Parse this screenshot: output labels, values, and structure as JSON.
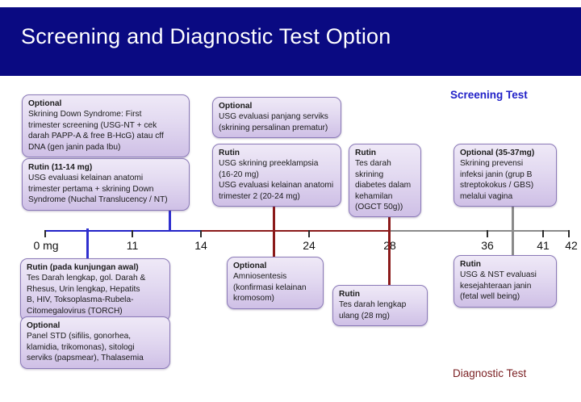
{
  "slide": {
    "title": "Screening and Diagnostic Test Option",
    "banner_color": "#0a0a82"
  },
  "legend": {
    "screening": "Screening Test",
    "screening_color": "#2222c8",
    "diagnostic": "Diagnostic Test",
    "diagnostic_color": "#7a1f22"
  },
  "timeline": {
    "unit_note": "mg",
    "ticks": [
      {
        "label": "0 mg"
      },
      {
        "label": "11"
      },
      {
        "label": "14"
      },
      {
        "label": "24"
      },
      {
        "label": "28"
      },
      {
        "label": "36"
      },
      {
        "label": "41"
      },
      {
        "label": "42"
      }
    ],
    "segments": [
      {
        "name": "screening-segment",
        "color": "#2222c8"
      },
      {
        "name": "diagnostic-segment",
        "color": "#8b1a1a"
      },
      {
        "name": "term-segment",
        "color": "#8a8a8a"
      }
    ]
  },
  "boxes": {
    "top_left_optional": {
      "heading": "Optional",
      "lines": [
        "Skrining Down Syndrome: First",
        "trimester screening (USG-NT + cek",
        "darah PAPP-A & free B-HcG) atau cff",
        "DNA (gen janin pada Ibu)"
      ]
    },
    "top_left_rutin": {
      "heading": "Rutin (11-14 mg)",
      "lines": [
        "USG evaluasi kelainan anatomi",
        "trimester pertama + skrining Down",
        "Syndrome (Nuchal Translucency / NT)"
      ]
    },
    "top_mid_optional": {
      "heading": "Optional",
      "lines": [
        "USG evaluasi panjang serviks",
        "(skrining persalinan prematur)"
      ]
    },
    "top_mid_rutin": {
      "heading": "Rutin",
      "lines": [
        "USG skrining preeklampsia",
        "(16-20 mg)",
        "USG evaluasi kelainan anatomi",
        "trimester 2 (20-24 mg)"
      ]
    },
    "top_ogct_rutin": {
      "heading": "Rutin",
      "lines": [
        "Tes darah",
        "skrining",
        "diabetes dalam",
        "kehamilan",
        "(OGCT 50g))"
      ]
    },
    "top_right_optional": {
      "heading": "Optional (35-37mg)",
      "lines": [
        "Skrining prevensi",
        "infeksi janin (grup B",
        "streptokokus / GBS)",
        "melalui vagina"
      ]
    },
    "bottom_left_rutin": {
      "heading": "Rutin (pada kunjungan awal)",
      "lines": [
        "Tes Darah lengkap, gol. Darah &",
        "Rhesus, Urin lengkap, Hepatits",
        "B, HIV, Toksoplasma-Rubela-",
        "Citomegalovirus (TORCH)"
      ]
    },
    "bottom_left_optional": {
      "heading": "Optional",
      "lines": [
        "Panel STD (sifilis, gonorhea,",
        "klamidia, trikomonas), sitologi",
        "serviks (papsmear), Thalasemia"
      ]
    },
    "bottom_mid_optional": {
      "heading": "Optional",
      "lines": [
        "Amniosentesis",
        "(konfirmasi kelainan",
        "kromosom)"
      ]
    },
    "bottom_mid_rutin": {
      "heading": "Rutin",
      "lines": [
        "Tes darah lengkap",
        "ulang (28 mg)"
      ]
    },
    "bottom_right_rutin": {
      "heading": "Rutin",
      "lines": [
        "USG & NST evaluasi",
        "kesejahteraan janin",
        "(fetal well being)"
      ]
    }
  }
}
